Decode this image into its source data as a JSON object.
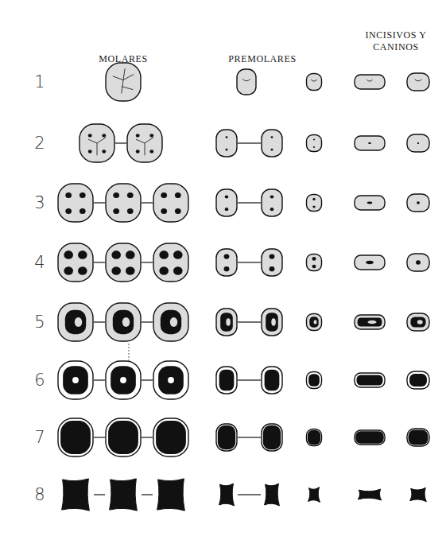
{
  "diagram": {
    "labels": [
      "MOLARES",
      "PREMOLARES",
      "INCISIVOS Y CANINOS",
      "1",
      "2",
      "3",
      "4",
      "5",
      "6",
      "7",
      "8"
    ]
  }
}
